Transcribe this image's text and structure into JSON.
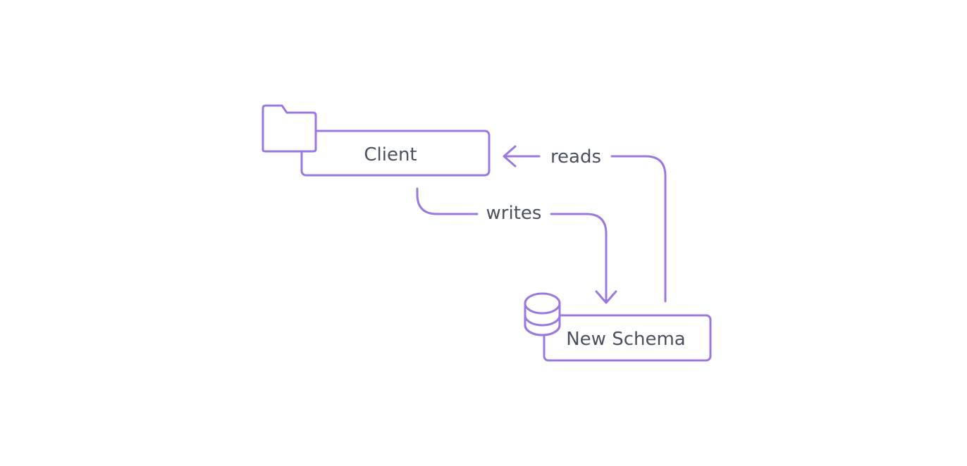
{
  "colors": {
    "accent": "#9b78e0",
    "text": "#4a5061",
    "background": "#ffffff"
  },
  "nodes": {
    "client": {
      "label": "Client",
      "icon": "folder-icon"
    },
    "new_schema": {
      "label": "New Schema",
      "icon": "database-icon"
    }
  },
  "edges": {
    "reads": {
      "label": "reads",
      "from": "New Schema",
      "to": "Client"
    },
    "writes": {
      "label": "writes",
      "from": "Client",
      "to": "New Schema"
    }
  }
}
